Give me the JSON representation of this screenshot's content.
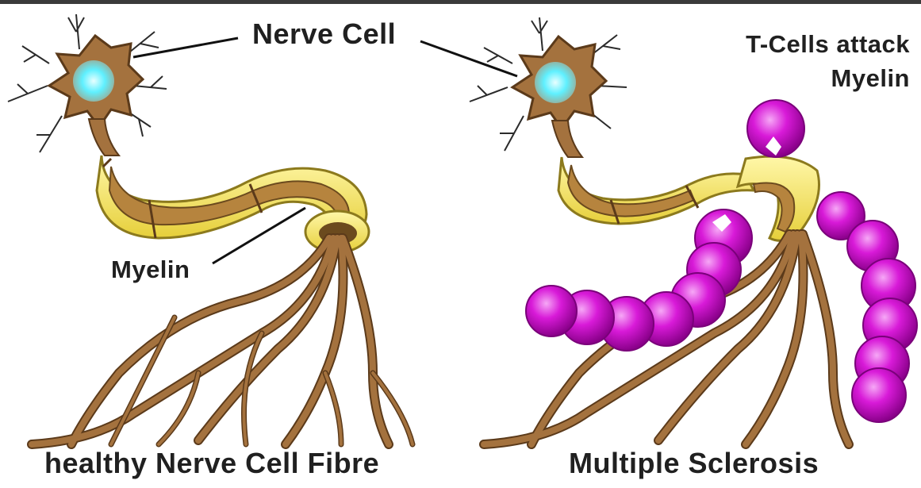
{
  "labels": {
    "nerve_cell": "Nerve Cell",
    "tcells_line1": "T-Cells attack",
    "tcells_line2": "Myelin",
    "myelin": "Myelin"
  },
  "captions": {
    "left": "healthy Nerve Cell Fibre",
    "right": "Multiple Sclerosis"
  },
  "colors": {
    "axon": "#a4723e",
    "axon_dark": "#5b3a1a",
    "myelin": "#f3e36a",
    "myelin_dark": "#8c7a1d",
    "nucleus": "#5ff0ff",
    "tcell": "#d81ad8",
    "tcell_dark": "#7a007a"
  }
}
